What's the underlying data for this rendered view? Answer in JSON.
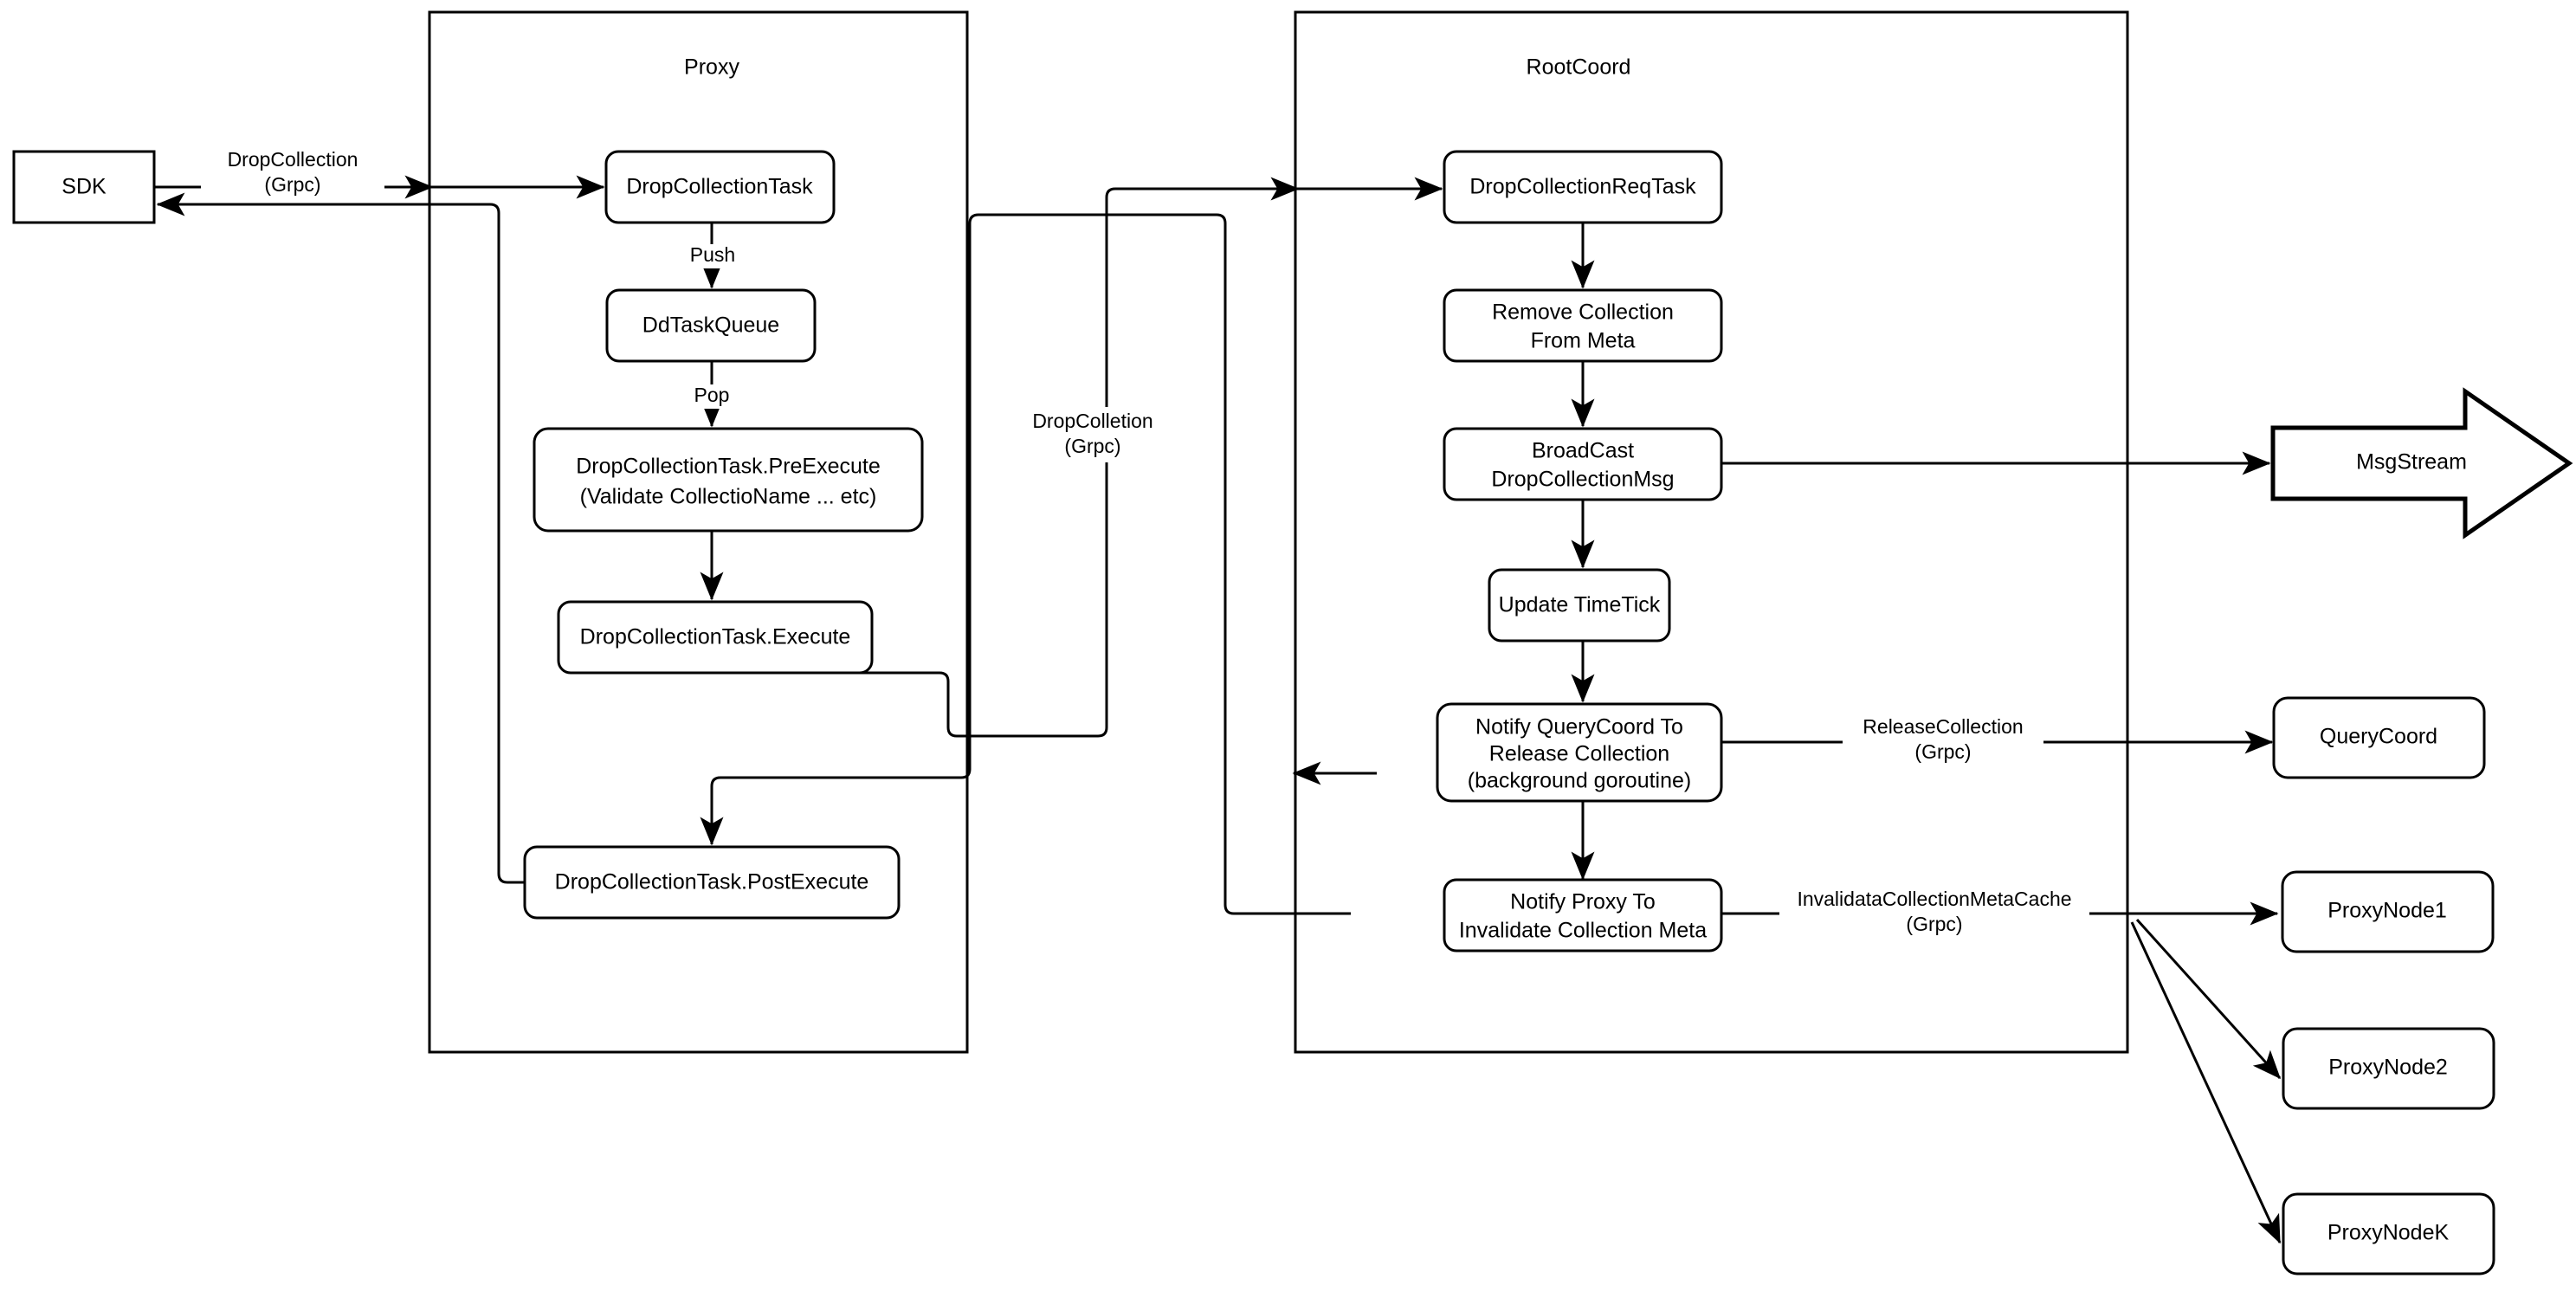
{
  "diagram": {
    "title": "DropCollection flow (Proxy / RootCoord)",
    "background_color": "#ffffff",
    "stroke_color": "#000000",
    "fill_color": "#ffffff"
  },
  "containers": {
    "proxy": {
      "title": "Proxy"
    },
    "rootcoord": {
      "title": "RootCoord"
    }
  },
  "nodes": {
    "sdk": {
      "label": "SDK"
    },
    "drop_collection_task": {
      "label": "DropCollectionTask"
    },
    "dd_task_queue": {
      "label": "DdTaskQueue"
    },
    "pre_execute_line1": {
      "label": "DropCollectionTask.PreExecute"
    },
    "pre_execute_line2": {
      "label": "(Validate CollectioName ... etc)"
    },
    "execute": {
      "label": "DropCollectionTask.Execute"
    },
    "post_execute": {
      "label": "DropCollectionTask.PostExecute"
    },
    "req_task": {
      "label": "DropCollectionReqTask"
    },
    "remove_meta_line1": {
      "label": "Remove Collection"
    },
    "remove_meta_line2": {
      "label": "From Meta"
    },
    "broadcast_line1": {
      "label": "BroadCast"
    },
    "broadcast_line2": {
      "label": "DropCollectionMsg"
    },
    "update_timetick": {
      "label": "Update TimeTick"
    },
    "notify_querycoord_line1": {
      "label": "Notify QueryCoord To"
    },
    "notify_querycoord_line2": {
      "label": "Release Collection"
    },
    "notify_querycoord_line3": {
      "label": "(background goroutine)"
    },
    "notify_proxy_line1": {
      "label": "Notify Proxy To"
    },
    "notify_proxy_line2": {
      "label": "Invalidate Collection Meta"
    },
    "msgstream": {
      "label": "MsgStream"
    },
    "querycoord": {
      "label": "QueryCoord"
    },
    "proxynode1": {
      "label": "ProxyNode1"
    },
    "proxynode2": {
      "label": "ProxyNode2"
    },
    "proxynodek": {
      "label": "ProxyNodeK"
    }
  },
  "edge_labels": {
    "sdk_to_proxy_line1": {
      "label": "DropCollection"
    },
    "sdk_to_proxy_line2": {
      "label": "(Grpc)"
    },
    "push": {
      "label": "Push"
    },
    "pop": {
      "label": "Pop"
    },
    "proxy_to_rootcoord_line1": {
      "label": "DropColletion"
    },
    "proxy_to_rootcoord_line2": {
      "label": "(Grpc)"
    },
    "release_collection_line1": {
      "label": "ReleaseCollection"
    },
    "release_collection_line2": {
      "label": "(Grpc)"
    },
    "invalidate_cache_line1": {
      "label": "InvalidataCollectionMetaCache"
    },
    "invalidate_cache_line2": {
      "label": "(Grpc)"
    }
  }
}
